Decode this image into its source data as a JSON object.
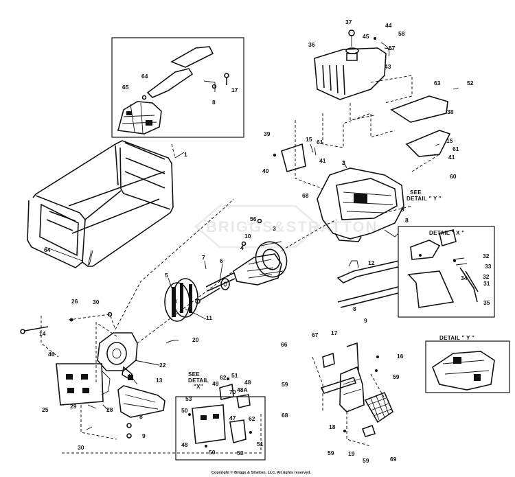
{
  "labels": {
    "n1": "1",
    "n2": "2",
    "n3": "3",
    "n4": "4",
    "n5": "5",
    "n6": "6",
    "n7": "7",
    "n8": "8",
    "n9": "9",
    "n10": "10",
    "n11": "11",
    "n12": "12",
    "n13": "13",
    "n14": "14",
    "n15": "15",
    "n16": "16",
    "n17": "17",
    "n18": "18",
    "n19": "19",
    "n20": "20",
    "n22": "22",
    "n25": "25",
    "n26": "26",
    "n28": "28",
    "n29": "29",
    "n30": "30",
    "n31": "31",
    "n32": "32",
    "n33": "33",
    "n34": "34",
    "n35": "35",
    "n36": "36",
    "n37": "37",
    "n38": "38",
    "n39": "39",
    "n40": "40",
    "n41": "41",
    "n43": "43",
    "n44": "44",
    "n45": "45",
    "n46": "46",
    "n47": "47",
    "n48": "48",
    "n48a": "48A",
    "n49": "49",
    "n50": "50",
    "n51": "51",
    "n52": "52",
    "n53": "53",
    "n56": "56",
    "n57": "57",
    "n58": "58",
    "n59": "59",
    "n60": "60",
    "n61": "61",
    "n62": "62",
    "n63": "63",
    "n64": "64",
    "n65": "65",
    "n66": "66",
    "n67": "67",
    "n68": "68",
    "n69": "69",
    "n70": "70"
  },
  "callouts": {
    "see_y_1": "SEE",
    "see_y_2": "DETAIL \" Y \"",
    "see_x_1": "SEE",
    "see_x_2": "DETAIL",
    "see_x_3": "\"X\"",
    "detail_x": "DETAIL \" X \"",
    "detail_y": "DETAIL \" Y \""
  },
  "watermark": "BRIGGS&STRATTON",
  "copyright": "Copyright © Briggs & Stratton, LLC. All rights reserved."
}
